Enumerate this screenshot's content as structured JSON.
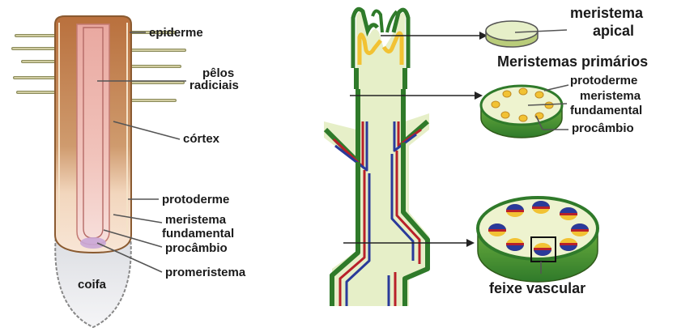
{
  "root_labels": {
    "epiderme": "epiderme",
    "pelos_line1": "pêlos",
    "pelos_line2": "radiciais",
    "cortex": "córtex",
    "protoderme": "protoderme",
    "meristema_line1": "meristema",
    "meristema_line2": "fundamental",
    "procambio": "procâmbio",
    "promeristema": "promeristema",
    "coifa": "coifa"
  },
  "stem_labels": {
    "apical_line1": "meristema",
    "apical_line2": "apical",
    "primarios_title": "Meristemas primários",
    "protoderme": "protoderme",
    "meristema_line1": "meristema",
    "meristema_line2": "fundamental",
    "procambio": "procâmbio",
    "feixe": "feixe vascular"
  },
  "colors": {
    "root_cortex": "#c58a5a",
    "root_center": "#f2b8b0",
    "root_pale": "#f6dcc8",
    "coifa": "#ececee",
    "stem_fill": "#e6efc8",
    "stem_green": "#2f7a2a",
    "stem_dark": "#0f3f14",
    "xylem_red": "#b8202a",
    "phloem_blue": "#2a3a9a",
    "procambium_yellow": "#f2c233",
    "procambium_orange": "#e3a33a"
  }
}
